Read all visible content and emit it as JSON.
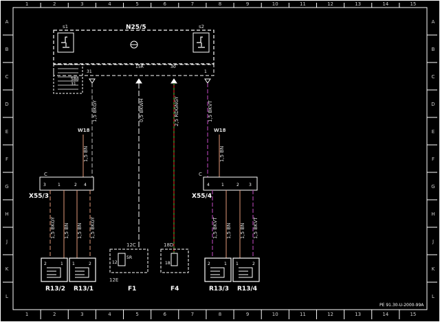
{
  "grid": {
    "columns": [
      "1",
      "2",
      "3",
      "4",
      "5",
      "6",
      "7",
      "8",
      "9",
      "10",
      "11",
      "12",
      "13",
      "14",
      "15"
    ],
    "rows": [
      "A",
      "B",
      "C",
      "D",
      "E",
      "F",
      "G",
      "H",
      "J",
      "K",
      "L"
    ]
  },
  "module": {
    "name": "N25/5",
    "sub_left": "s1",
    "sub_right": "s2",
    "side_labels": [
      "58d",
      "31"
    ],
    "pins": [
      "31",
      "15R",
      "30",
      "1"
    ]
  },
  "wires": {
    "w1": "1,5 BKGY",
    "w2": "0,5 BKWH",
    "w3": "2,5 RDGNGY",
    "w4": "1,5 BKVT",
    "feed_left": "1,5 BN",
    "feed_right": "1,5 BN",
    "lower": [
      "1,5 BKGY",
      "1,5 BN",
      "1,5 BN",
      "1,5 BKGY",
      "1,5 BKVT",
      "1,5 BN",
      "1,5 BN",
      "1,5 BKVT"
    ]
  },
  "grounds": [
    "W18",
    "W18"
  ],
  "connectors": {
    "left": {
      "name": "X55/3",
      "c": "C",
      "pins": [
        "3",
        "1",
        "2",
        "4"
      ]
    },
    "right": {
      "name": "X55/4",
      "c": "C",
      "pins": [
        "4",
        "1",
        "2",
        "3"
      ]
    }
  },
  "fuses": {
    "f1": {
      "name": "F1",
      "top": "12C",
      "bottom": "12E",
      "pins": [
        "12",
        "5R"
      ]
    },
    "f4": {
      "name": "F4",
      "top": "18D",
      "pins": [
        "18"
      ]
    }
  },
  "heaters": [
    {
      "name": "R13/2",
      "pins": [
        "2",
        "1"
      ]
    },
    {
      "name": "R13/1",
      "pins": [
        "1",
        "2"
      ]
    },
    {
      "name": "R13/3",
      "pins": [
        "2",
        "1"
      ]
    },
    {
      "name": "R13/4",
      "pins": [
        "1",
        "2"
      ]
    }
  ],
  "footer": "PE 91.30-U-2000-99A",
  "colors": {
    "bkgy": "#e39a7a",
    "bn": "#e39a7a",
    "gray": "#c0c0c0",
    "bkvt": "#a63fa6",
    "red": "#d32020",
    "green": "#2fa82f",
    "frame": "#ffffff"
  }
}
